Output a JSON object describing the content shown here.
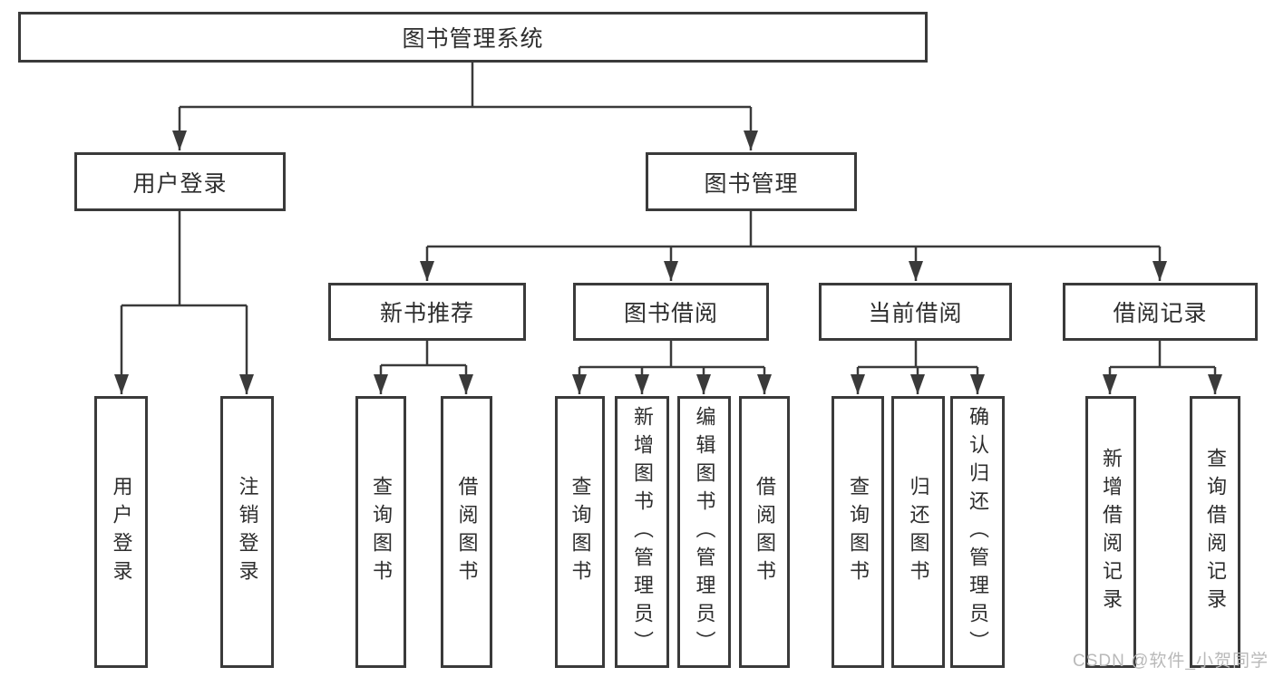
{
  "tree": {
    "root": {
      "label": "图书管理系统"
    },
    "branches": [
      {
        "label": "用户登录",
        "children": [
          {
            "label": "用户登录"
          },
          {
            "label": "注销登录"
          }
        ]
      },
      {
        "label": "图书管理",
        "children": [
          {
            "label": "新书推荐",
            "children": [
              {
                "label": "查询图书"
              },
              {
                "label": "借阅图书"
              }
            ]
          },
          {
            "label": "图书借阅",
            "children": [
              {
                "label": "查询图书"
              },
              {
                "label": "新增图书（管理员）"
              },
              {
                "label": "编辑图书（管理员）"
              },
              {
                "label": "借阅图书"
              }
            ]
          },
          {
            "label": "当前借阅",
            "children": [
              {
                "label": "查询图书"
              },
              {
                "label": "归还图书"
              },
              {
                "label": "确认归还（管理员）"
              }
            ]
          },
          {
            "label": "借阅记录",
            "children": [
              {
                "label": "新增借阅记录"
              },
              {
                "label": "查询借阅记录"
              }
            ]
          }
        ]
      }
    ]
  },
  "watermark": "CSDN @软件_小贺同学",
  "colors": {
    "line": "#3a3a3a",
    "border": "#3a3a3a",
    "text": "#2d2d2d",
    "background": "#ffffff",
    "watermark": "#b9b9b9"
  }
}
